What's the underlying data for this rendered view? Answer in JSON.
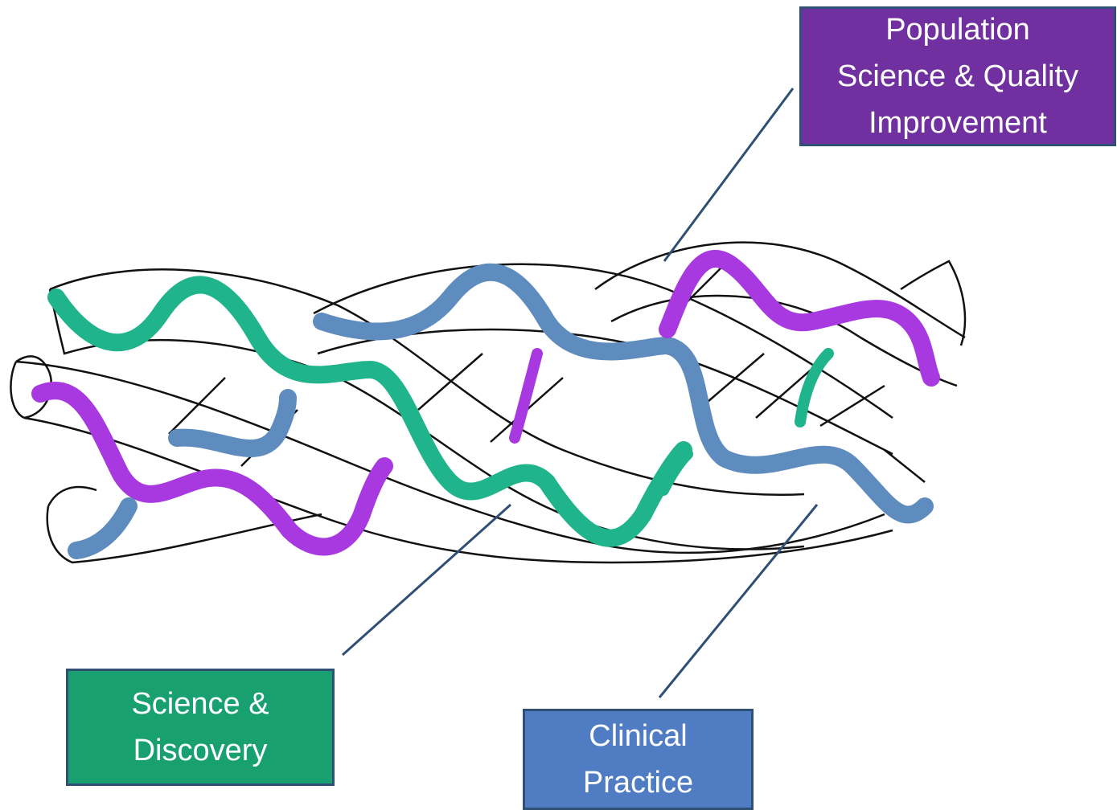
{
  "colors": {
    "population": "#7030a0",
    "science": "#19a070",
    "clinical": "#4f7cc3",
    "strand_purple": "#a838e0",
    "strand_green": "#1fb48c",
    "strand_blue": "#5f8cbf",
    "leader_line": "#2f4f75",
    "tube_outline": "#111111"
  },
  "labels": {
    "population": {
      "line1": "Population",
      "line2": "Science & Quality",
      "line3": "Improvement"
    },
    "science": {
      "line1": "Science &",
      "line2": "Discovery"
    },
    "clinical": {
      "line1": "Clinical",
      "line2": "Practice"
    }
  }
}
